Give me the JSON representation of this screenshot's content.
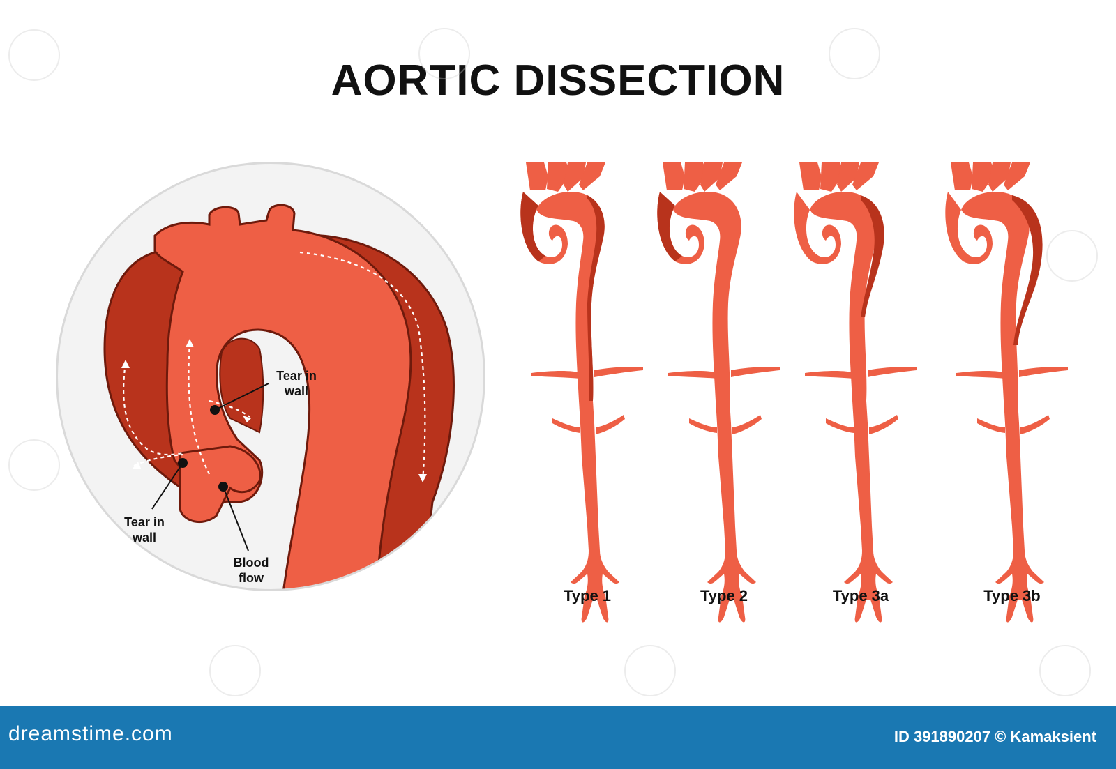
{
  "title": "AORTIC DISSECTION",
  "colors": {
    "aorta": "#ee5f45",
    "false_lumen": "#b8331c",
    "outline": "#6e1a0c",
    "circle_bg": "#f3f3f3",
    "footer": "#1a78b2"
  },
  "detail": {
    "labels": {
      "tear_upper": "Tear in\nwall",
      "tear_lower": "Tear in\nwall",
      "blood_flow": "Blood\nflow"
    }
  },
  "types": [
    {
      "label": "Type 1",
      "extent": "arch-and-descending",
      "side": "both"
    },
    {
      "label": "Type 2",
      "extent": "ascending-only",
      "side": "left"
    },
    {
      "label": "Type 3a",
      "extent": "descending-thoracic",
      "side": "right"
    },
    {
      "label": "Type 3b",
      "extent": "descending-extended",
      "side": "right"
    }
  ],
  "footer": {
    "site": "dreamstime.com",
    "id_text": "ID 391890207 © Kamaksient"
  }
}
